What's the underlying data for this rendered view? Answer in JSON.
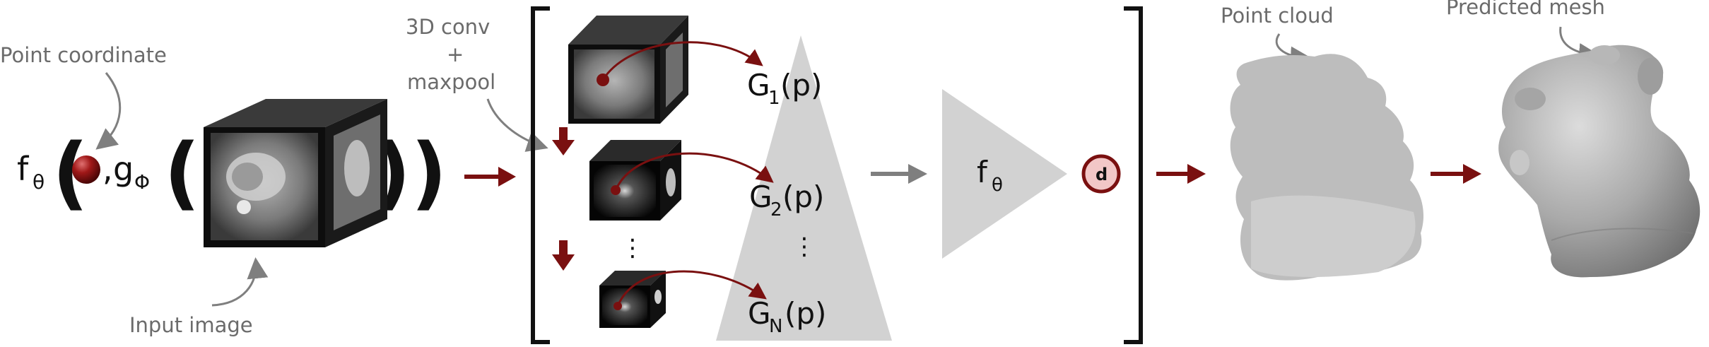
{
  "labels": {
    "point_coordinate": "Point coordinate",
    "input_image": "Input image",
    "conv_line1": "3D conv",
    "conv_line2": "+",
    "conv_line3": "maxpool",
    "point_cloud": "Point cloud",
    "predicted_mesh": "Predicted mesh",
    "output_symbol": "d"
  },
  "formula": {
    "f": "f",
    "f_sub": "θ",
    "g": "g",
    "g_sub": "Φ",
    "comma": ",",
    "open_paren": "(",
    "close_parens": "))"
  },
  "features": {
    "g1": {
      "base": "G",
      "sub": "1",
      "arg": "(p)"
    },
    "g2": {
      "base": "G",
      "sub": "2",
      "arg": "(p)"
    },
    "gn": {
      "base": "G",
      "sub": "N",
      "arg": "(p)"
    },
    "dots": "⋮"
  },
  "decoder": {
    "f": "f",
    "sub": "θ"
  },
  "colors": {
    "dark_red": "#7a1010",
    "arrow_gray": "#7f7f7f",
    "label_gray": "#6b6b6b",
    "triangle_gray": "#d2d2d2",
    "point_cloud_gray": "#bdbdbd",
    "mesh_gray": "#9a9a9a",
    "black": "#111111"
  }
}
